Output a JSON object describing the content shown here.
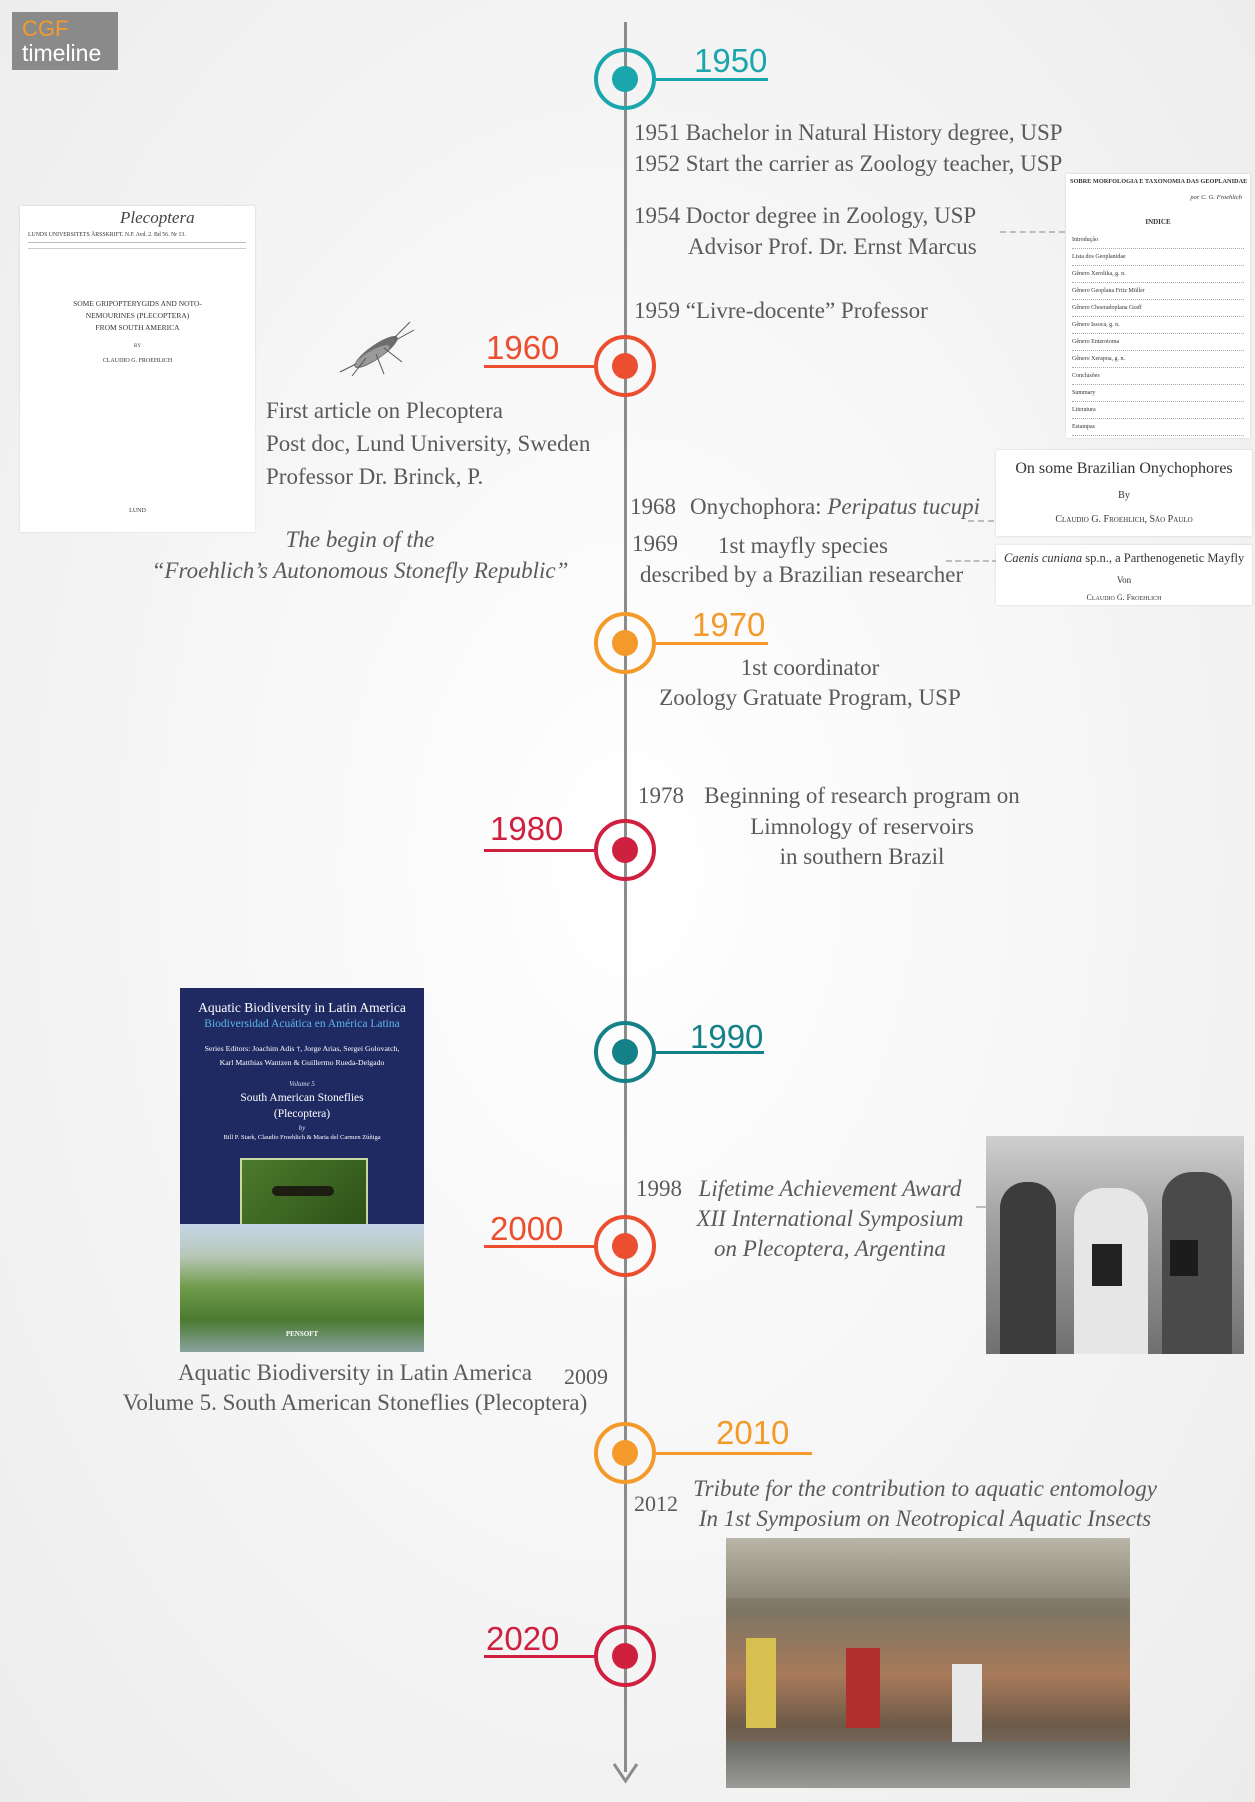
{
  "logo": {
    "line1": "CGF",
    "line2": "timeline"
  },
  "colors": {
    "teal": "#1aa6ad",
    "red_orange": "#ec4f2f",
    "orange": "#f39a2a",
    "crimson": "#d0203f",
    "dark_teal": "#148087",
    "axis": "#8c8c8c"
  },
  "decades": [
    {
      "label": "1950"
    },
    {
      "label": "1960"
    },
    {
      "label": "1970"
    },
    {
      "label": "1980"
    },
    {
      "label": "1990"
    },
    {
      "label": "2000"
    },
    {
      "label": "2010"
    },
    {
      "label": "2020"
    }
  ],
  "events": {
    "e1951": "1951 Bachelor in Natural History degree, USP",
    "e1952": "1952 Start the carrier as Zoology teacher, USP",
    "e1954a": "1954 Doctor degree in Zoology, USP",
    "e1954b": "Advisor Prof. Dr. Ernst Marcus",
    "e1959": "1959  “Livre-docente” Professor",
    "plecoptera": [
      "First article on Plecoptera",
      "Post doc, Lund University, Sweden",
      "Professor Dr. Brinck, P."
    ],
    "republic": [
      "The begin of the",
      "“Froehlich’s Autonomous Stonefly Republic”"
    ],
    "e1968_year": "1968",
    "e1968_text": "Onychophora: ",
    "e1968_species": "Peripatus tucupi",
    "e1969_year": "1969",
    "e1969_line1": "1st mayfly species",
    "e1969_line2": "described by a Brazilian researcher",
    "coordinator": [
      "1st coordinator",
      "Zoology Gratuate Program, USP"
    ],
    "e1978_year": "1978",
    "e1978_lines": [
      "Beginning of research program on",
      "Limnology of reservoirs",
      "in southern Brazil"
    ],
    "e1998_year": "1998",
    "e1998_lines": [
      "Lifetime Achievement Award",
      "XII International Symposium",
      "on Plecoptera, Argentina"
    ],
    "book_caption": [
      "Aquatic Biodiversity in Latin America",
      "Volume 5. South American Stoneflies (Plecoptera)"
    ],
    "e2009_year": "2009",
    "e2012_year": "2012",
    "e2012_lines": [
      "Tribute for the contribution to aquatic entomology",
      "In 1st Symposium on Neotropical Aquatic Insects"
    ]
  },
  "doc_left": {
    "handwriting": "Plecoptera",
    "header": "LUNDS UNIVERSITETS ÅRSSKRIFT. N.F. Avd. 2. Bd 56. Nr 13.",
    "title": [
      "SOME GRIPOPTERYGIDS AND NOTO-",
      "NEMOURINES (PLECOPTERA)",
      "FROM SOUTH AMERICA"
    ],
    "by": "BY",
    "author": "CLAUDIO G. FROEHLICH",
    "footer": "LUND"
  },
  "doc_right": {
    "title": "SOBRE MORFOLOGIA E TAXONOMIA DAS GEOPLANIDAE",
    "author": "por C. G. Froehlich",
    "index": "INDICE",
    "lines": [
      "Introdução",
      "Lista dos Geoplanidae",
      "Gênero Xerolika, g. n.",
      "Gênero Geoplana Fritz Müller",
      "Gênero Choeradoplana Graff",
      "Gênero Issoca, g. n.",
      "Gênero Enterotoma",
      "Gênero Xerapoa, g. n.",
      "Conclusões",
      "Summary",
      "Literatura",
      "Estampas"
    ]
  },
  "doc_onycho": {
    "title": "On some Brazilian Onychophores",
    "by": "By",
    "author": "Claudio G. Froehlich, São Paulo"
  },
  "doc_mayfly": {
    "species": "Caenis cuniana",
    "rest": " sp.n., a Parthenogenetic Mayfly",
    "von": "Von",
    "author": "Claudio G. Froehlich"
  },
  "book": {
    "title_en": "Aquatic Biodiversity in Latin America",
    "title_es": "Biodiversidad Acuática en América Latina",
    "editors": [
      "Series Editors: Joachim Adis †, Jorge Arias, Sergei Golovatch,",
      "Karl Matthias Wantzen & Guillermo Rueda-Delgado"
    ],
    "volume": "Volume 5",
    "subject": "South American Stoneflies",
    "subject2": "(Plecoptera)",
    "by": "by",
    "authors": "Bill P. Stark, Claudio Froehlich & Maria del Carmen Zúñiga",
    "publisher": "PENSOFT"
  }
}
